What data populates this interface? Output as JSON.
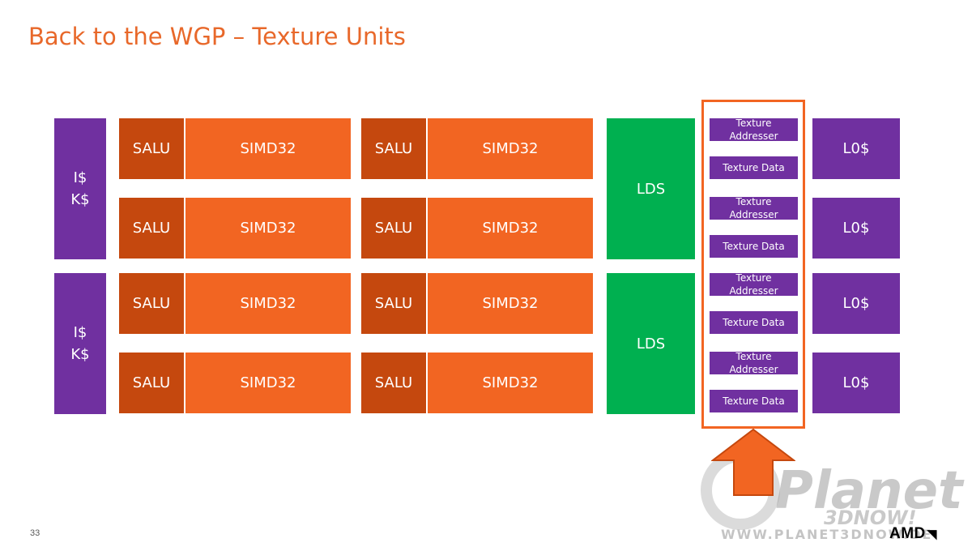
{
  "slide": {
    "title": "Back to the WGP – Texture Units",
    "page_number": "33",
    "logo_text": "AMD",
    "watermark_text": "Planet",
    "watermark_sub": "3DNOW!",
    "watermark_url": "WWW.PLANET3DNOW.DE"
  },
  "diagram": {
    "cache_line1": "I$",
    "cache_line2": "K$",
    "salu_label": "SALU",
    "simd_label": "SIMD32",
    "lds_label": "LDS",
    "l0_label": "L0$",
    "tex_addr_line1": "Texture",
    "tex_addr_line2": "Addresser",
    "tex_data_label": "Texture Data"
  },
  "colors": {
    "title": "#E8682A",
    "salu": "#C5480E",
    "simd": "#F26522",
    "lds": "#00B050",
    "purple": "#7030A0",
    "highlight": "#F26522"
  }
}
